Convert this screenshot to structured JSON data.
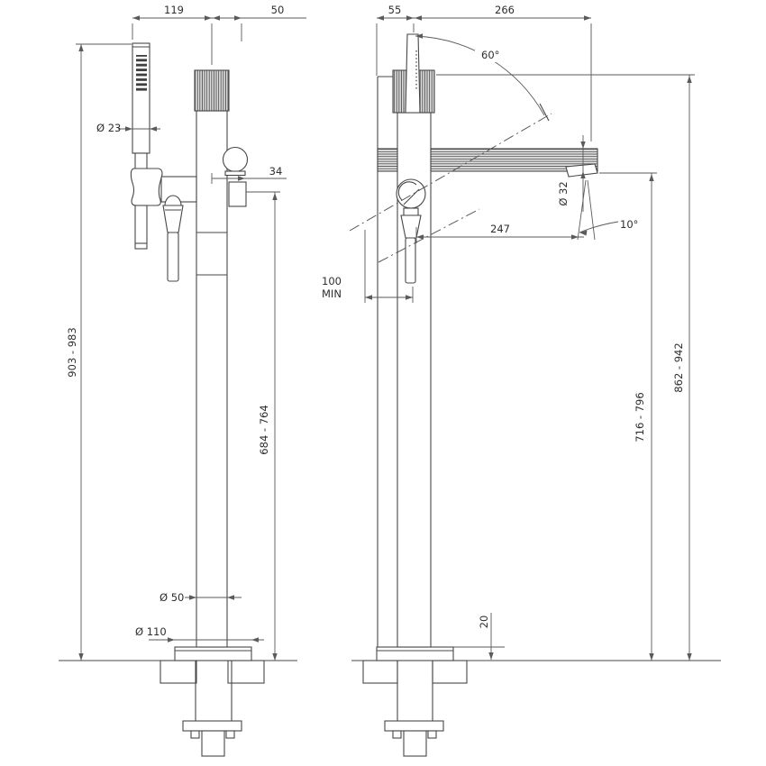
{
  "page": {
    "background": "#ffffff",
    "line_color": "#474747"
  },
  "drawing": {
    "kind": "technical dimension drawing",
    "views": {
      "front": {
        "dimensions": {
          "handshower_offset": "119",
          "handle_width": "50",
          "handshower_diameter": "Ø 23",
          "diverter_projection": "34",
          "overall_height": "903 - 983",
          "outlet_height": "684 - 764",
          "column_diameter": "Ø 50",
          "base_diameter": "Ø 110"
        }
      },
      "side": {
        "dimensions": {
          "body_depth": "55",
          "spout_reach": "266",
          "lever_swing_angle": "60°",
          "spout_diameter": "Ø 32",
          "spout_length": "247",
          "stream_angle": "10°",
          "min_clearance": "100",
          "min_clearance_qualifier": "MIN",
          "spout_outlet_height": "716 - 796",
          "body_height": "862 - 942",
          "base_plate_height": "20"
        }
      }
    }
  }
}
